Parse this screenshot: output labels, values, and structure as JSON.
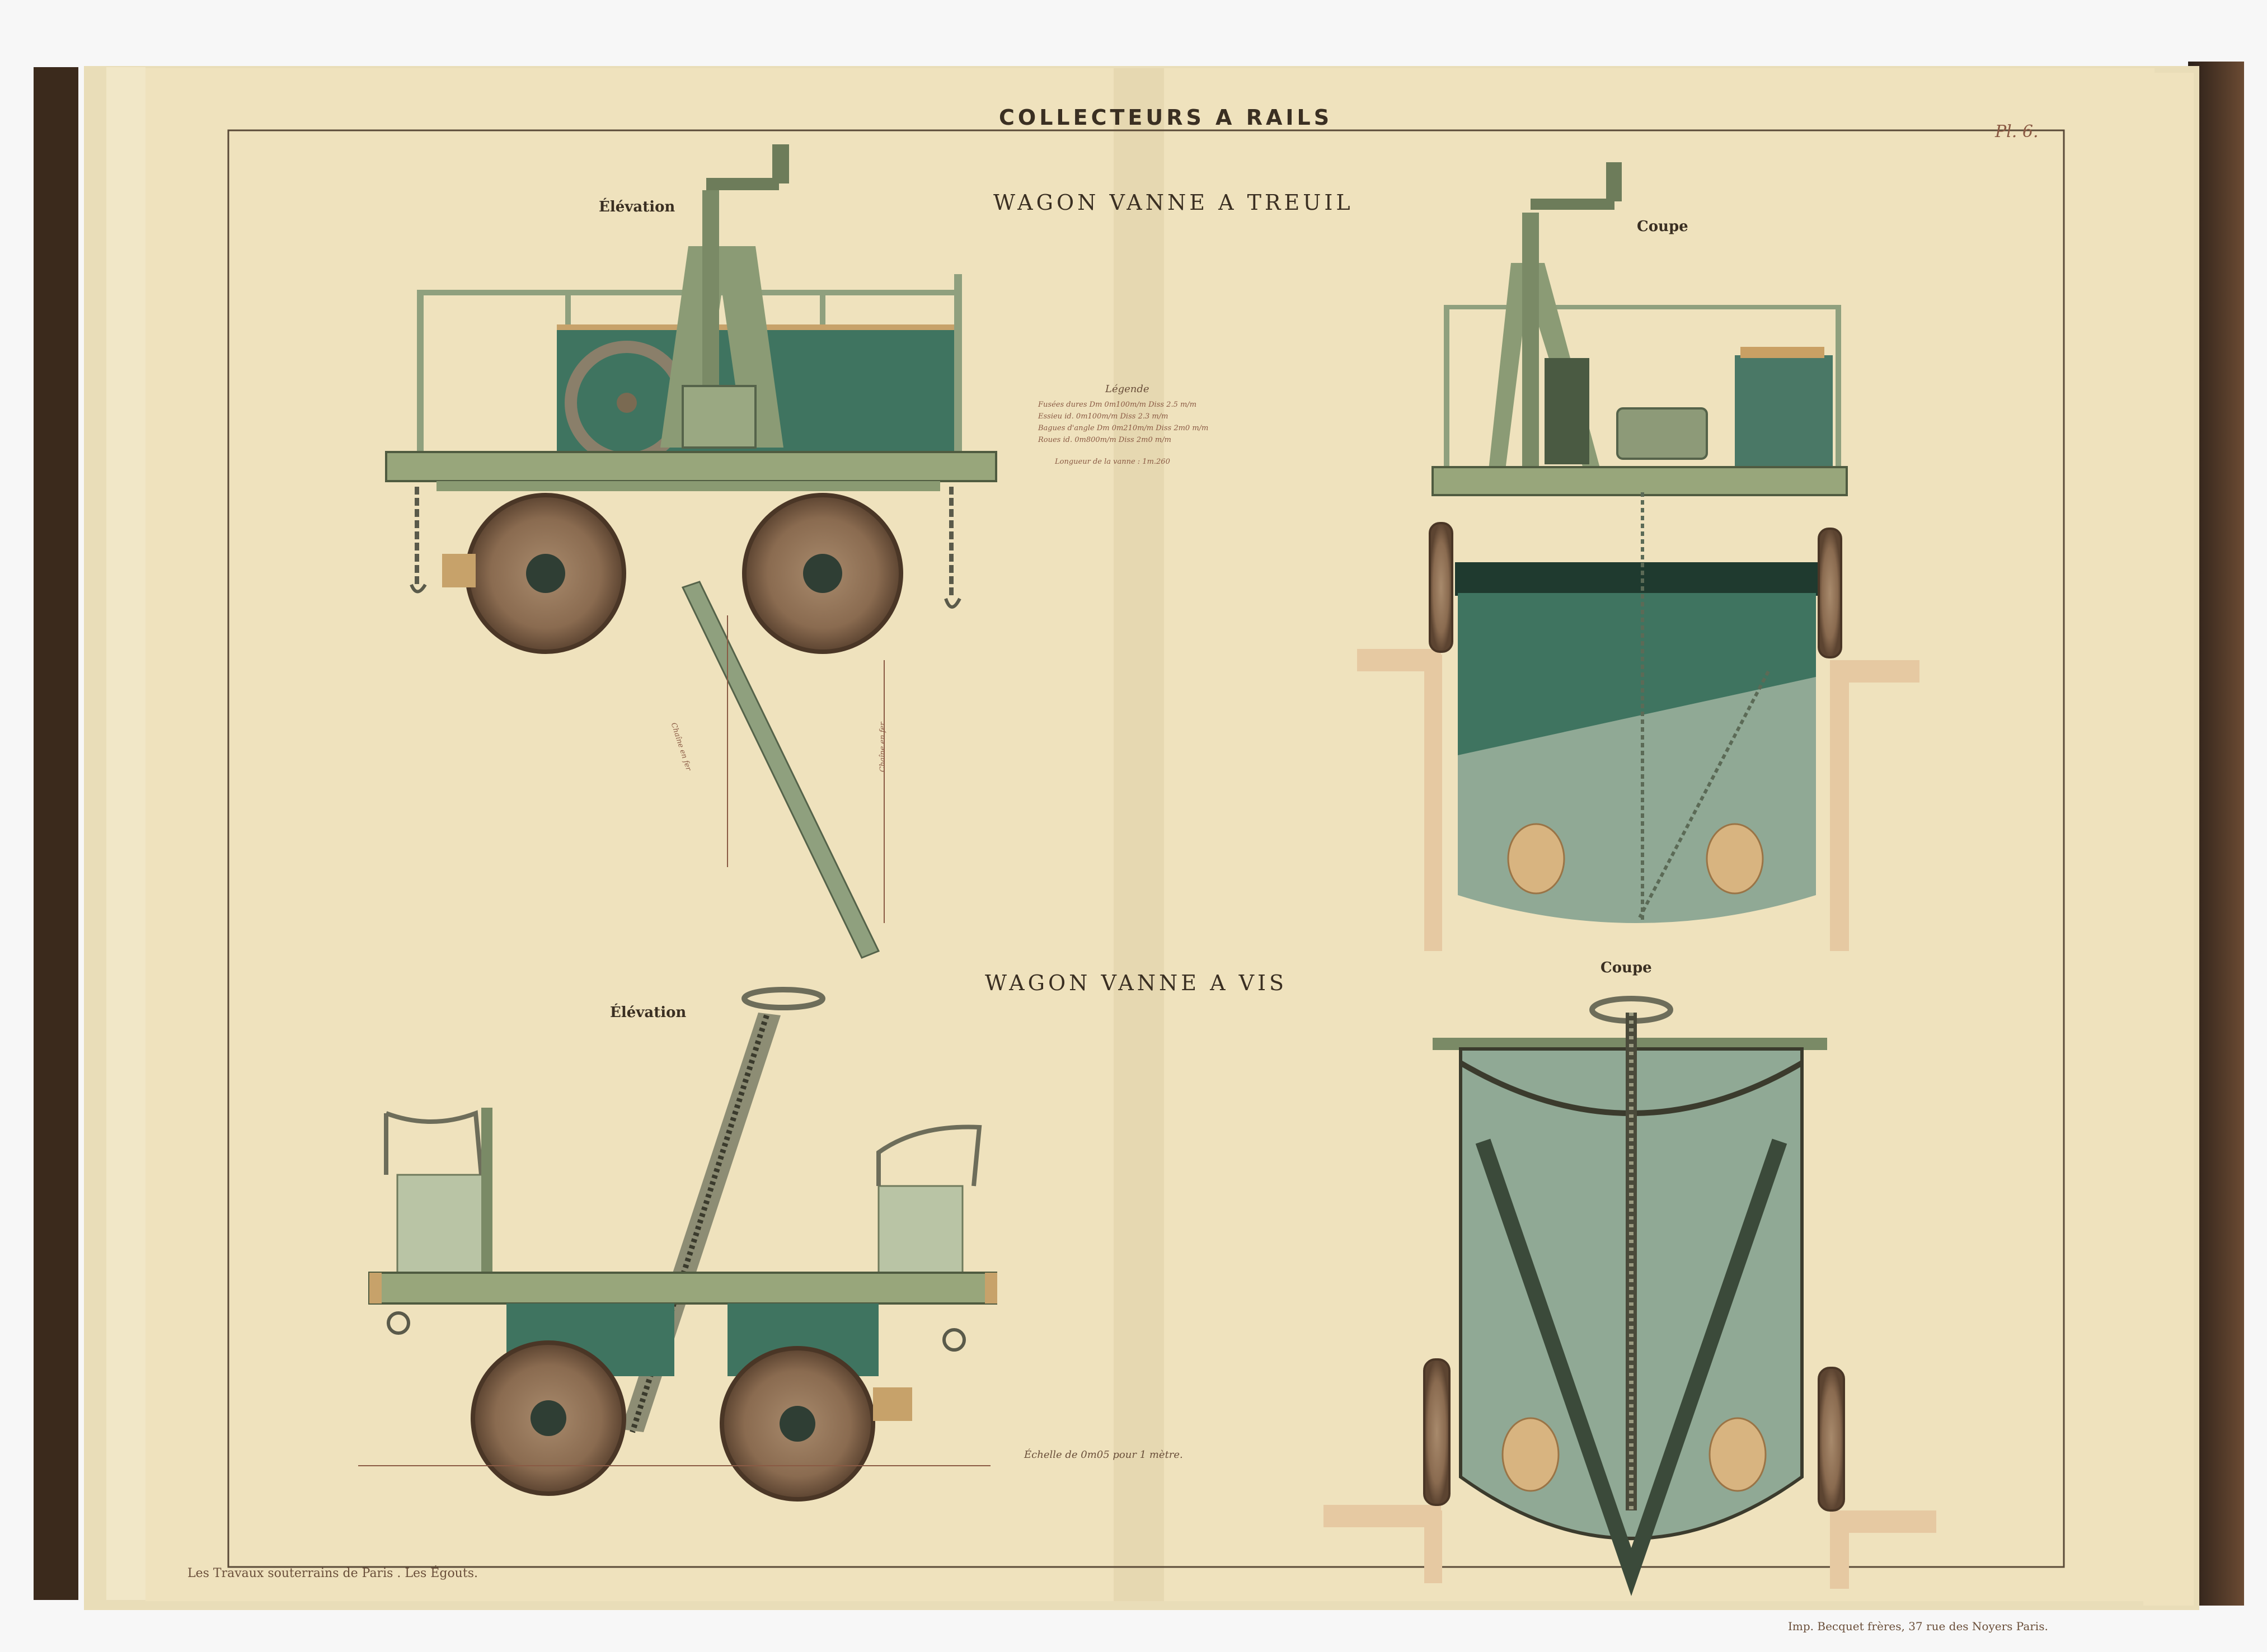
{
  "plate": {
    "header": "COLLECTEURS A RAILS",
    "plate_number": "Pl. 6."
  },
  "top_section": {
    "title": "WAGON VANNE A TREUIL",
    "elevation_label": "Élévation",
    "section_label": "Coupe",
    "legend": {
      "heading": "Légende",
      "rows": [
        "Fusées dures Dm 0m100m/m Diss 2.5 m/m",
        "Essieu id. 0m100m/m Diss 2.3 m/m",
        "Bagues d'angle Dm 0m210m/m Diss 2m0 m/m",
        "Roues id. 0m800m/m Diss 2m0 m/m"
      ],
      "note": "Longueur de la vanne : 1m.260"
    },
    "rod_note": "Chaîne en fer",
    "rod_note_2": "Chaîne en fer"
  },
  "bottom_section": {
    "title": "WAGON VANNE A VIS",
    "elevation_label": "Élévation",
    "section_label": "Coupe",
    "scale_note": "Échelle de 0m05 pour 1 mètre."
  },
  "footer": {
    "left": "Les Travaux souterrains de Paris . Les Égouts.",
    "right": "Imp. Becquet frères, 37 rue des Noyers Paris."
  },
  "colors": {
    "paper": "#efe2bd",
    "board": "#98a67b",
    "tank_green": "#3f7460",
    "tank_light": "#90a995",
    "wheel": "#8a6b50",
    "wood": "#d8b480"
  }
}
